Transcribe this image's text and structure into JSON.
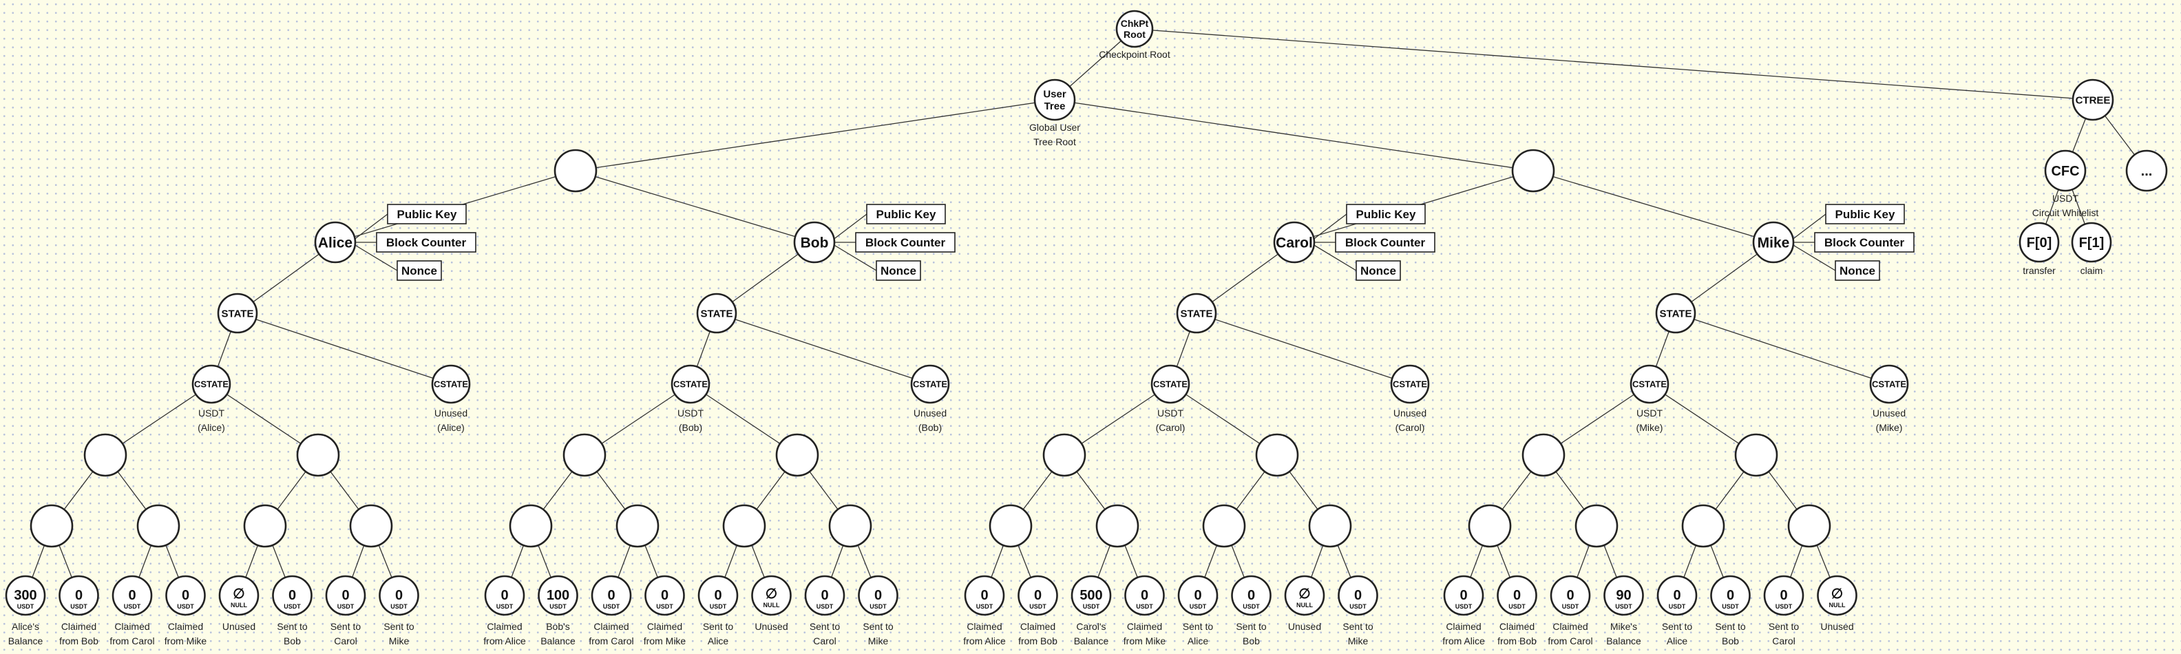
{
  "chkpt": {
    "label": [
      "ChkPt",
      "Root"
    ],
    "caption": [
      "Checkpoint Root"
    ]
  },
  "usertree": {
    "label": [
      "User",
      "Tree"
    ],
    "caption": [
      "Global User",
      "Tree Root"
    ]
  },
  "ctree": {
    "label": [
      "CTREE"
    ]
  },
  "cfc": {
    "label": [
      "CFC"
    ],
    "caption": [
      "USDT",
      "Circuit Whitelist"
    ]
  },
  "ellipsis": {
    "label": [
      "..."
    ]
  },
  "f0": {
    "label": [
      "F[0]"
    ],
    "caption": [
      "transfer"
    ]
  },
  "f1": {
    "label": [
      "F[1]"
    ],
    "caption": [
      "claim"
    ]
  },
  "user_attrs": [
    "Public Key",
    "Block Counter",
    "Nonce"
  ],
  "state_label": "STATE",
  "cstate_label": "CSTATE",
  "unused_caption": "Unused",
  "usdt_caption": "USDT",
  "null_glyph": "∅",
  "null_sub": "NULL",
  "usdt_sub": "USDT",
  "users": [
    {
      "name": "Alice",
      "leaves": [
        {
          "value": "300",
          "caption": [
            "Alice's",
            "Balance"
          ]
        },
        {
          "value": "0",
          "caption": [
            "Claimed",
            "from Bob"
          ]
        },
        {
          "value": "0",
          "caption": [
            "Claimed",
            "from Carol"
          ]
        },
        {
          "value": "0",
          "caption": [
            "Claimed",
            "from Mike"
          ]
        },
        {
          "null": true,
          "caption": [
            "Unused"
          ]
        },
        {
          "value": "0",
          "caption": [
            "Sent to",
            "Bob"
          ]
        },
        {
          "value": "0",
          "caption": [
            "Sent to",
            "Carol"
          ]
        },
        {
          "value": "0",
          "caption": [
            "Sent to",
            "Mike"
          ]
        }
      ]
    },
    {
      "name": "Bob",
      "leaves": [
        {
          "value": "0",
          "caption": [
            "Claimed",
            "from Alice"
          ]
        },
        {
          "value": "100",
          "caption": [
            "Bob's",
            "Balance"
          ]
        },
        {
          "value": "0",
          "caption": [
            "Claimed",
            "from Carol"
          ]
        },
        {
          "value": "0",
          "caption": [
            "Claimed",
            "from Mike"
          ]
        },
        {
          "value": "0",
          "caption": [
            "Sent to",
            "Alice"
          ]
        },
        {
          "null": true,
          "caption": [
            "Unused"
          ]
        },
        {
          "value": "0",
          "caption": [
            "Sent to",
            "Carol"
          ]
        },
        {
          "value": "0",
          "caption": [
            "Sent to",
            "Mike"
          ]
        }
      ]
    },
    {
      "name": "Carol",
      "leaves": [
        {
          "value": "0",
          "caption": [
            "Claimed",
            "from Alice"
          ]
        },
        {
          "value": "0",
          "caption": [
            "Claimed",
            "from Bob"
          ]
        },
        {
          "value": "500",
          "caption": [
            "Carol's",
            "Balance"
          ]
        },
        {
          "value": "0",
          "caption": [
            "Claimed",
            "from Mike"
          ]
        },
        {
          "value": "0",
          "caption": [
            "Sent to",
            "Alice"
          ]
        },
        {
          "value": "0",
          "caption": [
            "Sent to",
            "Bob"
          ]
        },
        {
          "null": true,
          "caption": [
            "Unused"
          ]
        },
        {
          "value": "0",
          "caption": [
            "Sent to",
            "Mike"
          ]
        }
      ]
    },
    {
      "name": "Mike",
      "leaves": [
        {
          "value": "0",
          "caption": [
            "Claimed",
            "from Alice"
          ]
        },
        {
          "value": "0",
          "caption": [
            "Claimed",
            "from Bob"
          ]
        },
        {
          "value": "0",
          "caption": [
            "Claimed",
            "from Carol"
          ]
        },
        {
          "value": "90",
          "caption": [
            "Mike's",
            "Balance"
          ]
        },
        {
          "value": "0",
          "caption": [
            "Sent to",
            "Alice"
          ]
        },
        {
          "value": "0",
          "caption": [
            "Sent to",
            "Bob"
          ]
        },
        {
          "value": "0",
          "caption": [
            "Sent to",
            "Carol"
          ]
        },
        {
          "null": true,
          "caption": [
            "Unused"
          ]
        }
      ]
    }
  ]
}
